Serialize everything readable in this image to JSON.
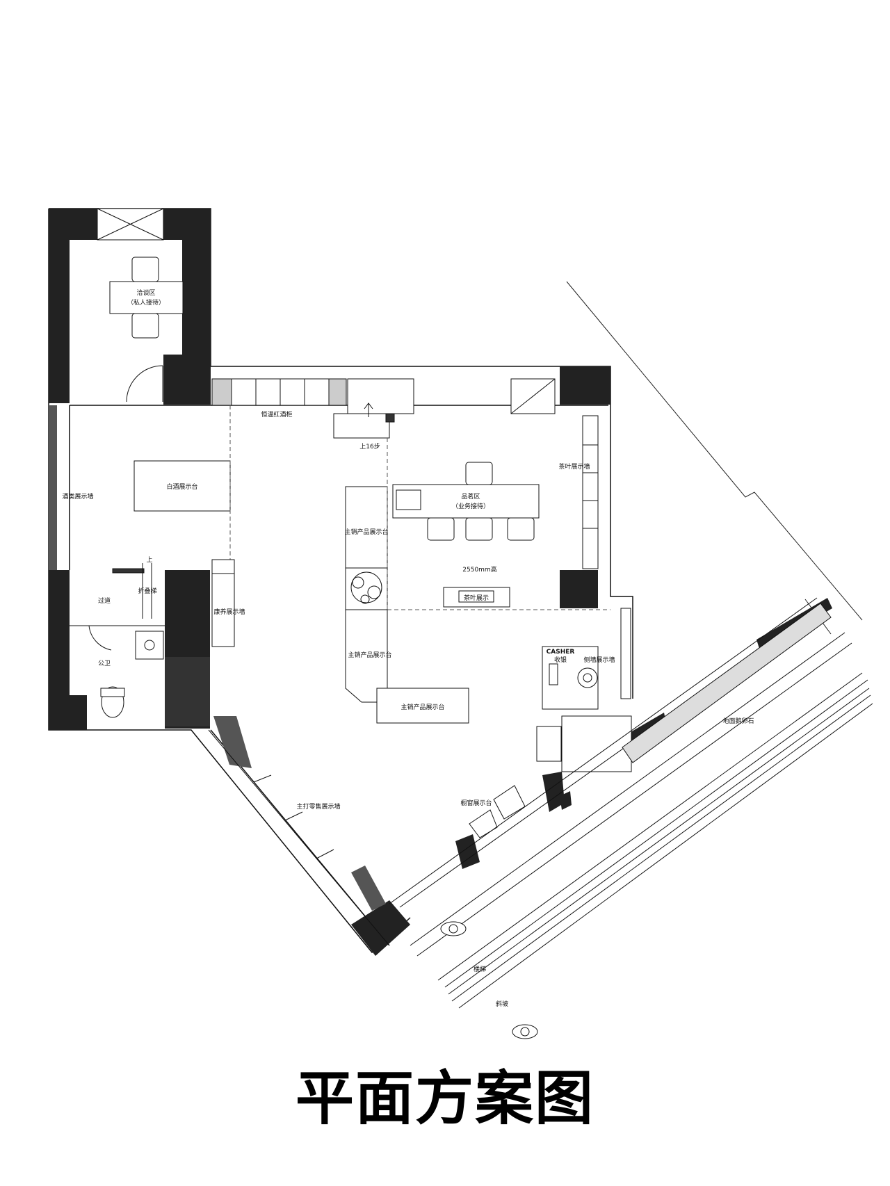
{
  "title": "平面方案图",
  "labels": {
    "negotiation_zone": "洽谈区",
    "negotiation_sub": "（私人接待）",
    "wine_cabinet": "恒温红酒柜",
    "stairs_up": "上16步",
    "baijiu_table": "白酒展示台",
    "liquor_wall": "酒类展示墙",
    "tasting_zone": "品茗区",
    "tasting_sub": "（业务接待）",
    "tea_wall": "茶叶展示墙",
    "main_display_1": "主销产品展示台",
    "main_display_2": "主销产品展示台",
    "main_display_3": "主销产品展示台",
    "ceiling_height": "2550mm高",
    "tea_display": "茶叶展示",
    "corridor": "过道",
    "folding_stairs": "折叠梯",
    "up": "上",
    "wellness_wall": "康养展示墙",
    "toilet": "公卫",
    "casher": "CASHER",
    "cashier": "收银",
    "side_wall": "侧墙展示墙",
    "pebble_floor": "地面鹅卵石",
    "main_sales_wall": "主打零售展示墙",
    "window_table": "橱窗展示台",
    "steps": "楼梯",
    "ramp": "斜坡"
  }
}
